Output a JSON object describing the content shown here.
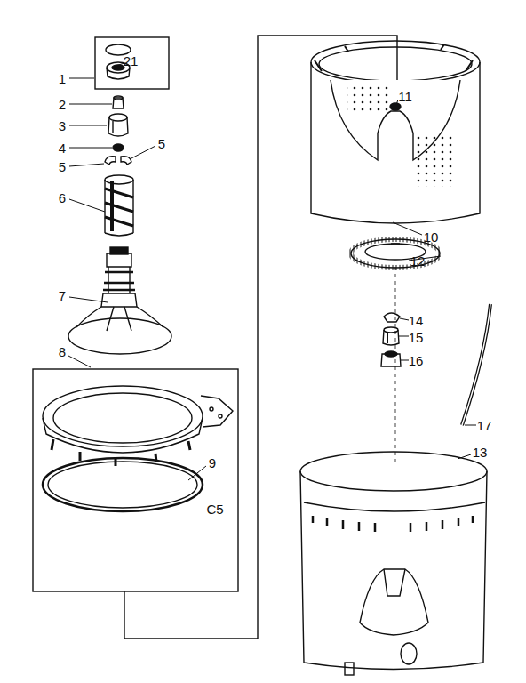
{
  "diagram": {
    "labels": [
      "1",
      "21",
      "2",
      "3",
      "4",
      "5",
      "5",
      "6",
      "7",
      "8",
      "9",
      "C5",
      "11",
      "10",
      "12",
      "14",
      "15",
      "16",
      "17",
      "13"
    ]
  }
}
